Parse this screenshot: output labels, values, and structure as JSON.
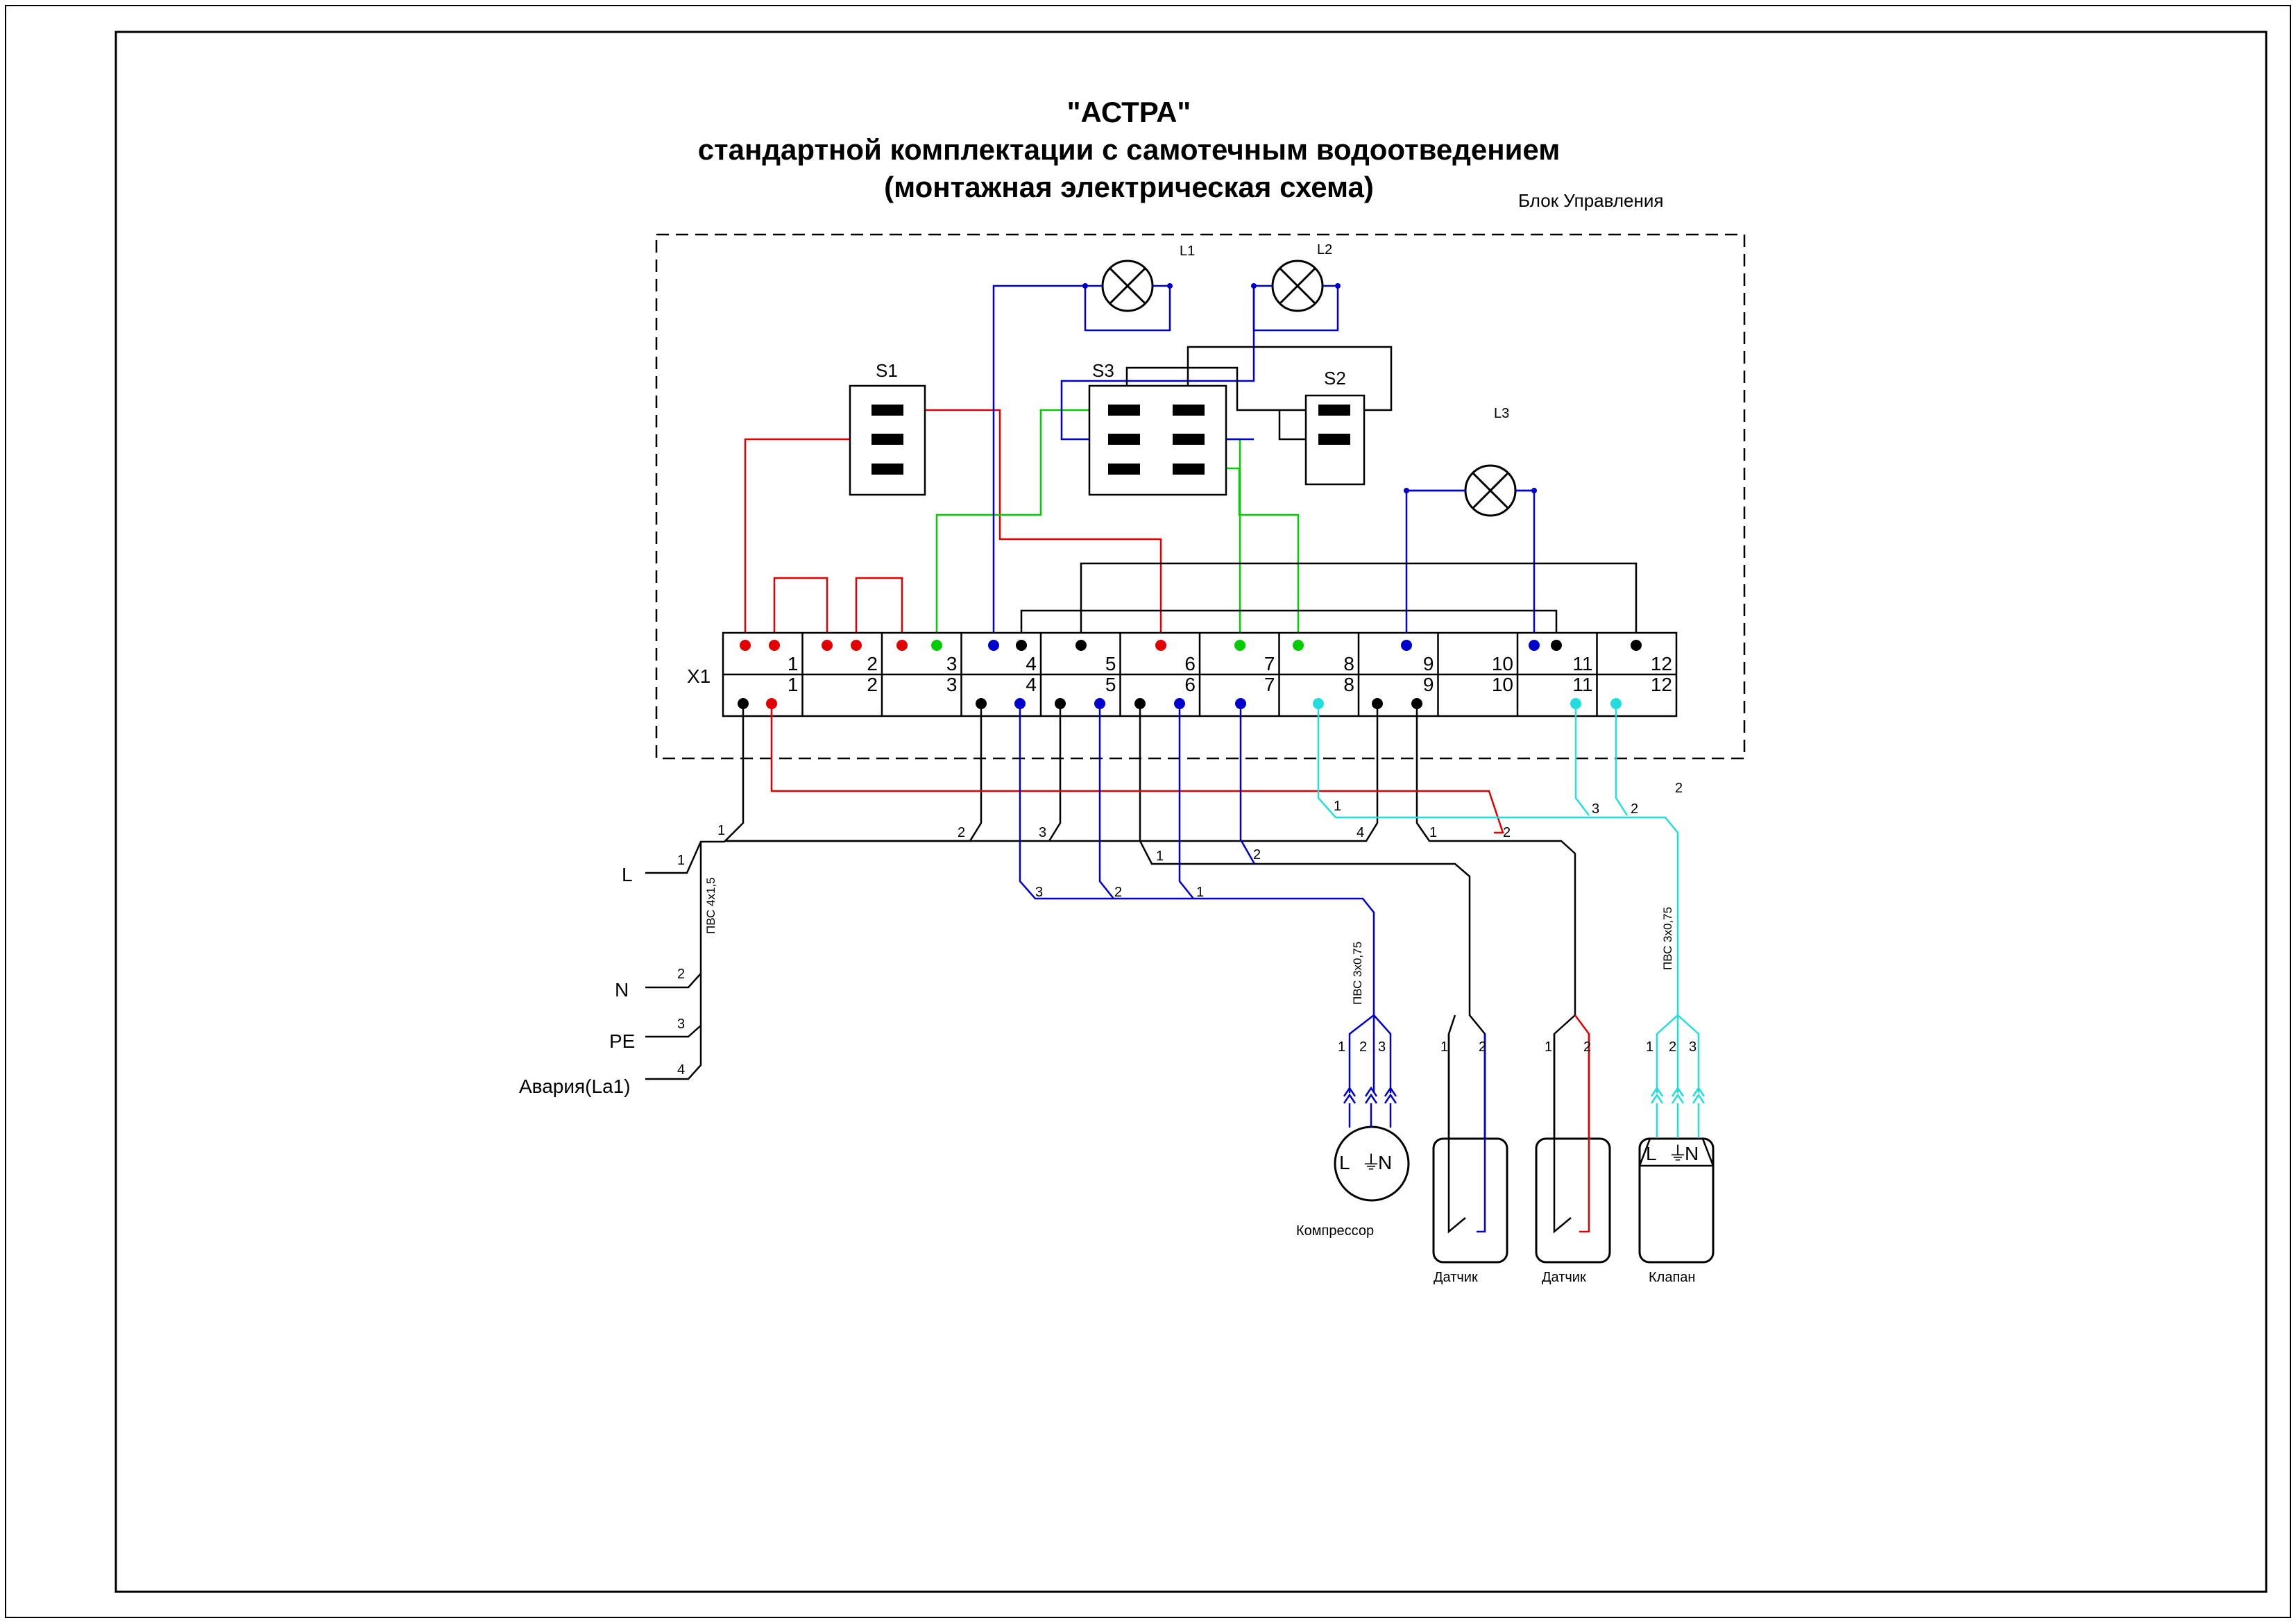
{
  "title": {
    "line1": "\"АСТРА\"",
    "line2": "стандартной комплектации с самотечным водоотведением",
    "line3": "(монтажная электрическая схема)"
  },
  "control_block_label": "Блок Управления",
  "components": {
    "s1": "S1",
    "s2": "S2",
    "s3": "S3",
    "l1": "L1",
    "l2": "L2",
    "l3": "L3",
    "x1": "X1"
  },
  "terminal_numbers": [
    "1",
    "2",
    "3",
    "4",
    "5",
    "6",
    "7",
    "8",
    "9",
    "10",
    "11",
    "12"
  ],
  "power_inputs": {
    "l": "L",
    "n": "N",
    "pe": "PE",
    "alarm": "Авария(La1)"
  },
  "cables": {
    "power": "ПВС 4х1,5",
    "compressor": "ПВС 3х0,75",
    "valve": "ПВС 3х0,75"
  },
  "devices": {
    "compressor": "Компрессор",
    "sensor1": "Датчик",
    "sensor2": "Датчик",
    "valve": "Клапан",
    "pin_l": "L",
    "pin_n": "N",
    "earth": "⏚"
  },
  "wire_numbers": [
    "1",
    "2",
    "3",
    "4"
  ],
  "colors": {
    "black": "#000000",
    "red": "#e00000",
    "blue": "#0000cc",
    "green": "#00cc00",
    "cyan": "#22dddd"
  }
}
